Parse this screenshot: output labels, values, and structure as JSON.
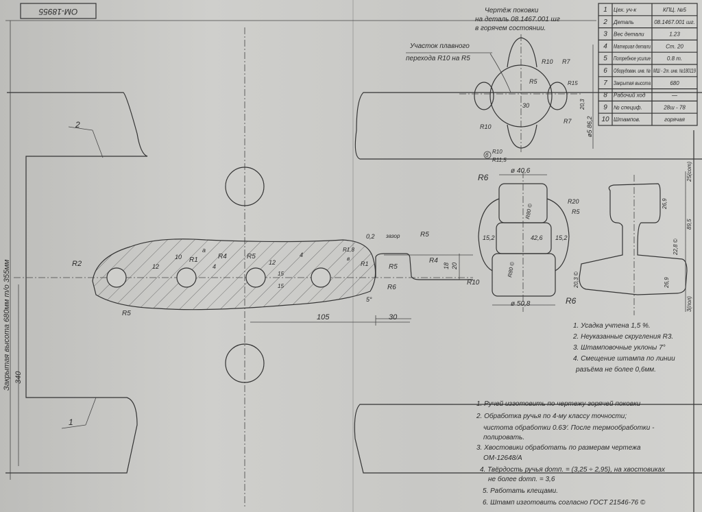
{
  "stamp_number": "ОМ-18955",
  "title": [
    "Чертёж поковки",
    "на деталь 08.1467.001 шг",
    "в горячем состоянии."
  ],
  "callout_transition": [
    "Участок плавного",
    "перехода  R10 на R5"
  ],
  "table": [
    {
      "n": "1",
      "label": "Цех. уч-к",
      "value": "КПЦ. №5"
    },
    {
      "n": "2",
      "label": "Деталь",
      "value": "08.1467.001 шг."
    },
    {
      "n": "3",
      "label": "Вес детали",
      "value": "1.23"
    },
    {
      "n": "4",
      "label": "Материал детали",
      "value": "Ст. 20"
    },
    {
      "n": "5",
      "label": "Потребное усилие",
      "value": "0.8 т."
    },
    {
      "n": "6",
      "label": "Оборудован. инв. №",
      "value": "МШ - 2т. инв. №180119"
    },
    {
      "n": "7",
      "label": "Закрытая высота",
      "value": "680"
    },
    {
      "n": "8",
      "label": "Рабочий ход",
      "value": "—"
    },
    {
      "n": "9",
      "label": "№ специф.",
      "value": "28ш - 78"
    },
    {
      "n": "10",
      "label": "Штампов.",
      "value": "горячая"
    }
  ],
  "side_text": "Закрытая высота 680мм т/о 355мм",
  "side_dim": "340",
  "part_labels": [
    "1",
    "2"
  ],
  "dims_top_view": {
    "r10a": "R10",
    "r7": "R7",
    "r5": "R5",
    "r15": "R15",
    "r7b": "R7",
    "d30": "30",
    "d203": "20,3",
    "d862": "ø5 86,2",
    "r10b": "R10",
    "r10c": "R10",
    "r115": "R11,5",
    "mark": "б"
  },
  "dims_section": {
    "r2": "R2",
    "r5a": "R5",
    "d12a": "12",
    "d10": "10",
    "r1a": "R1",
    "d4a": "4",
    "r4": "R4",
    "r5b": "R5",
    "d12b": "12",
    "d15a": "15",
    "d15b": "15",
    "d4b": "4",
    "r18": "R1,8",
    "r1b": "R1",
    "gap": "0,2",
    "gap_label": "зазор",
    "r5c": "R5",
    "r5d": "R5",
    "r4b": "R4",
    "r6": "R6",
    "d18": "18",
    "d20": "20",
    "angle": "5°",
    "d105": "105",
    "d30": "30",
    "mark_a": "а",
    "mark_b": "в"
  },
  "dims_front": {
    "d405": "ø 40,6",
    "r6a": "R6",
    "r20": "R20",
    "r5": "R5",
    "d152a": "15,2",
    "d426": "42,6",
    "d152b": "15,2",
    "r80a": "R80 ©",
    "r80b": "R80 ©",
    "r10": "R10",
    "r6b": "R6",
    "d508": "ø 50,8"
  },
  "dims_side": {
    "d25": "25(сот)",
    "d269a": "26,9",
    "d895": "89,5",
    "d203": "20,3 ©",
    "d269b": "26,9",
    "d3": "3(пол)",
    "d22": "22,8 ©"
  },
  "notes_right": [
    "1. Усадка  учтена  1,5 %.",
    "2. Неуказанные  скругления  R3.",
    "3. Штамповочные  уклоны  7°",
    "4. Смещение  штампа  по линии",
    "разъёма  не более  0,6мм."
  ],
  "notes_bottom": [
    "1. Ручей изготовить по чертежу горячей поковки",
    "2. Обработка ручья по 4-му классу точности;",
    "чистота обработки 0.63∕. После термообработки -",
    "полировать.",
    "3. Хвостовики обработать по размерам чертежа",
    "ОМ-12648/А",
    "4. Твёрдость ручья  dотп. = (3,25 ÷ 2,95), на хвостовиках",
    "не более  dотп. = 3,6",
    "5. Работать клещами.",
    "6. Штамп изготовить согласно ГОСТ 21546-76 ©"
  ]
}
